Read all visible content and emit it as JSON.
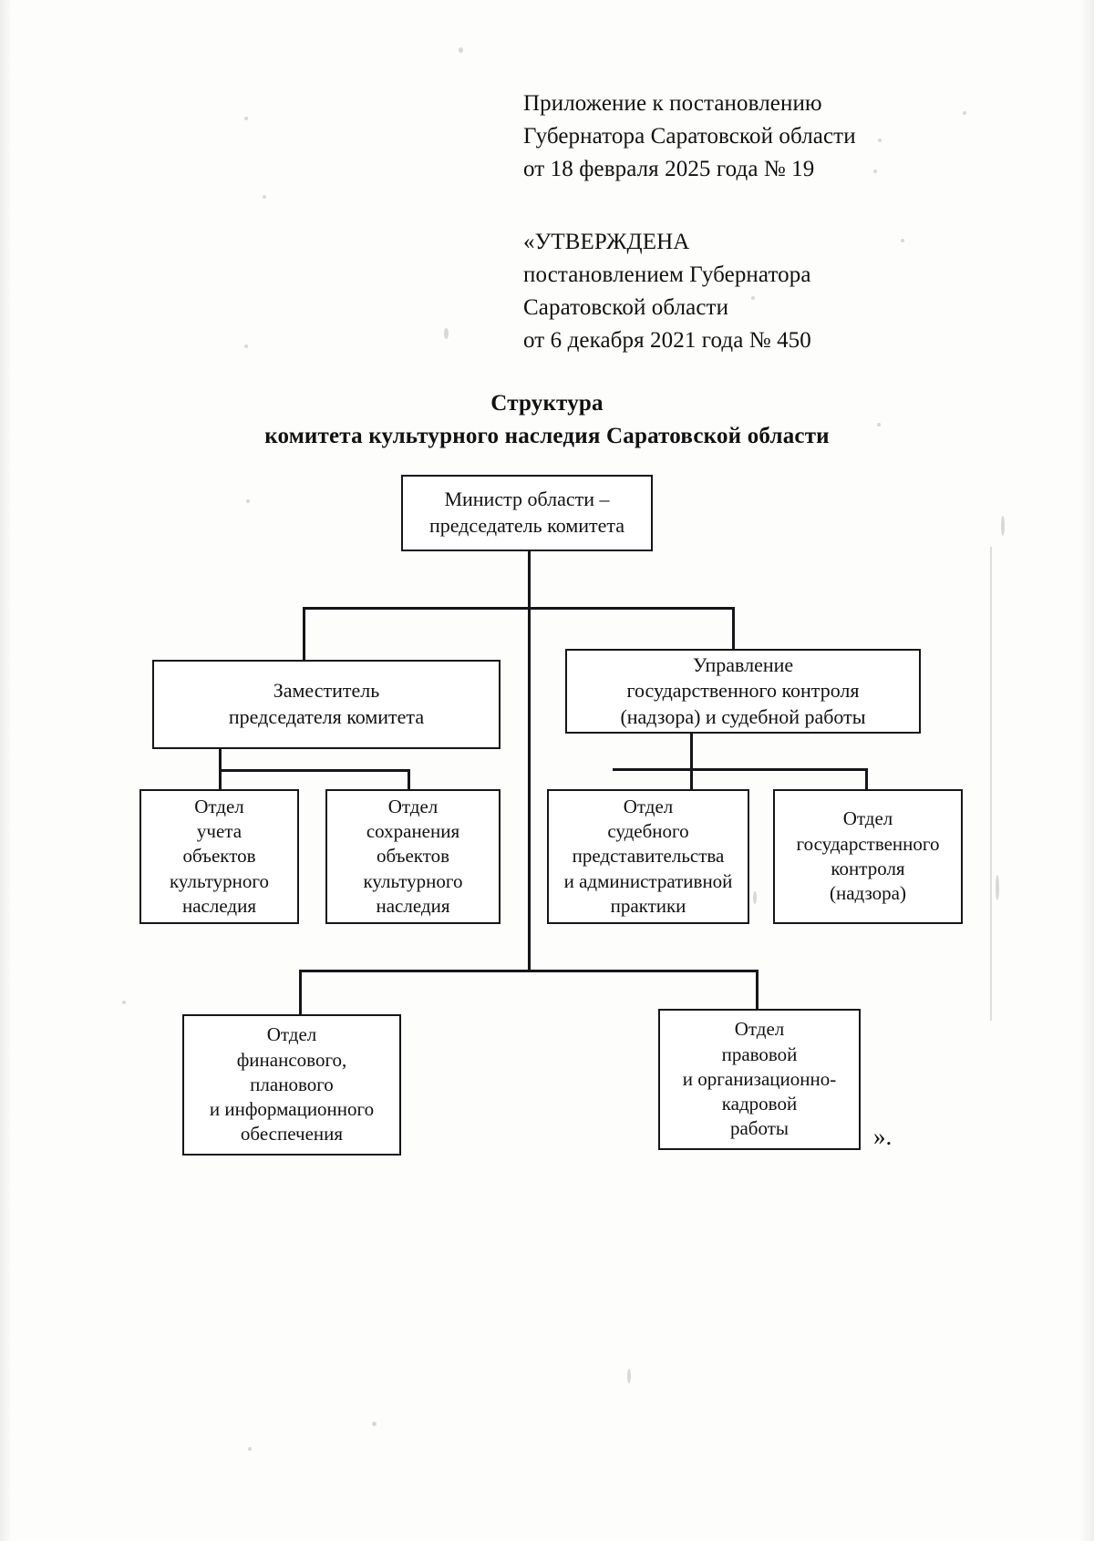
{
  "document": {
    "header_appendix": "Приложение к постановлению\nГубернатора Саратовской области\nот 18 февраля 2025 года № 19",
    "header_approved": "«УТВЕРЖДЕНА\nпостановлением Губернатора\nСаратовской области\nот 6 декабря 2021 года № 450",
    "title_line1": "Структура",
    "title_line2": "комитета культурного наследия Саратовской области",
    "closing_quote": "».",
    "ink_color": "#15151a",
    "paper_color": "#fdfdfc"
  },
  "chart_data": {
    "type": "diagram",
    "title": "Структура комитета культурного наследия Саратовской области",
    "orientation": "top-down",
    "nodes": [
      {
        "id": "minister",
        "label": "Министр области –\nпредседатель комитета",
        "level": 1
      },
      {
        "id": "deputy",
        "label": "Заместитель\nпредседателя комитета",
        "level": 2
      },
      {
        "id": "directorate",
        "label": "Управление\nгосударственного контроля\n(надзора) и судебной работы",
        "level": 2
      },
      {
        "id": "dept-accounting",
        "label": "Отдел\nучета\nобъектов\nкультурного\nнаследия",
        "level": 3
      },
      {
        "id": "dept-preservation",
        "label": "Отдел\nсохранения\nобъектов\nкультурного\nнаследия",
        "level": 3
      },
      {
        "id": "dept-judicial",
        "label": "Отдел\nсудебного\nпредставительства\nи административной\nпрактики",
        "level": 3
      },
      {
        "id": "dept-state-control",
        "label": "Отдел\nгосударственного\nконтроля\n(надзора)",
        "level": 3
      },
      {
        "id": "dept-finance",
        "label": "Отдел\nфинансового,\nпланового\nи информационного\nобеспечения",
        "level": 3
      },
      {
        "id": "dept-legal",
        "label": "Отдел\nправовой\nи организационно-\nкадровой\nработы",
        "level": 3
      }
    ],
    "edges": [
      {
        "from": "minister",
        "to": "deputy"
      },
      {
        "from": "minister",
        "to": "directorate"
      },
      {
        "from": "minister",
        "to": "dept-finance"
      },
      {
        "from": "minister",
        "to": "dept-legal"
      },
      {
        "from": "deputy",
        "to": "dept-accounting"
      },
      {
        "from": "deputy",
        "to": "dept-preservation"
      },
      {
        "from": "directorate",
        "to": "dept-judicial"
      },
      {
        "from": "directorate",
        "to": "dept-state-control"
      }
    ]
  }
}
